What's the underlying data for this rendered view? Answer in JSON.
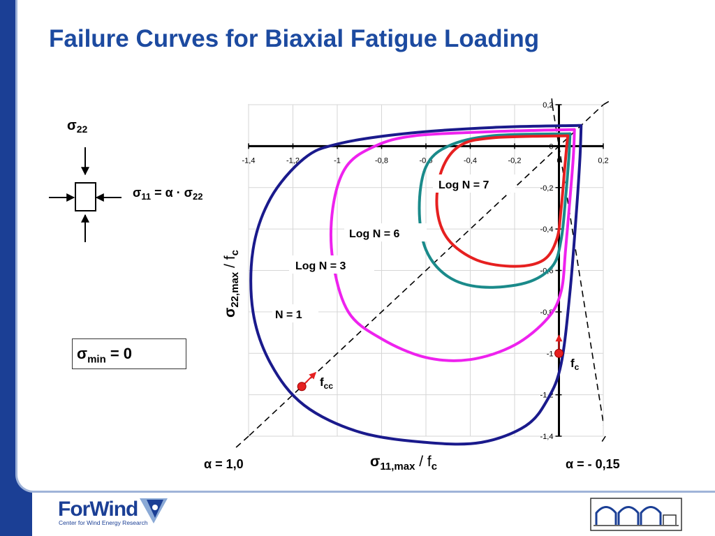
{
  "slide": {
    "title": "Failure Curves for Biaxial Fatigue Loading",
    "accent_color": "#1b3f95",
    "title_color": "#1c4aa0"
  },
  "load_diagram": {
    "top_label": "σ",
    "top_label_sub": "22",
    "relation_sigma": "σ",
    "relation_sub1": "11",
    "relation_eq": " = ",
    "relation_alpha": "α",
    "relation_dot": " · σ",
    "relation_sub2": "22",
    "sigma_min_sym": "σ",
    "sigma_min_sub": "min",
    "sigma_min_val": " = 0"
  },
  "chart_data": {
    "type": "line",
    "title": "",
    "xlabel_sym": "σ",
    "xlabel_sub": "11,max",
    "xlabel_tail": " / f",
    "xlabel_tail_sub": "c",
    "ylabel_sym": "σ",
    "ylabel_sub": "22,max",
    "ylabel_tail": " / f",
    "ylabel_tail_sub": "c",
    "xlim": [
      -1.4,
      0.2
    ],
    "ylim": [
      -1.4,
      0.2
    ],
    "x_ticks": [
      "-1,4",
      "-1,2",
      "-1",
      "-0,8",
      "-0,6",
      "-0,4",
      "-0,2",
      "0",
      "0,2"
    ],
    "y_ticks": [
      "0,2",
      "0",
      "-0,2",
      "-0,4",
      "-0,6",
      "-0,8",
      "-1",
      "-1,2",
      "-1,4"
    ],
    "grid": true,
    "series": [
      {
        "name": "N = 1",
        "color": "#1a1a8c",
        "points": [
          [
            0.09,
            0.1
          ],
          [
            -0.3,
            0.09
          ],
          [
            -0.7,
            0.06
          ],
          [
            -1.0,
            0.01
          ],
          [
            -1.15,
            -0.06
          ],
          [
            -1.3,
            -0.25
          ],
          [
            -1.38,
            -0.5
          ],
          [
            -1.38,
            -0.8
          ],
          [
            -1.3,
            -1.05
          ],
          [
            -1.15,
            -1.25
          ],
          [
            -0.9,
            -1.38
          ],
          [
            -0.6,
            -1.43
          ],
          [
            -0.35,
            -1.43
          ],
          [
            -0.15,
            -1.35
          ],
          [
            -0.05,
            -1.22
          ],
          [
            0.01,
            -1.05
          ],
          [
            0.05,
            -0.7
          ],
          [
            0.08,
            -0.3
          ],
          [
            0.095,
            -0.05
          ],
          [
            0.1,
            0.1
          ]
        ]
      },
      {
        "name": "Log N = 3",
        "color": "#ee22ee",
        "points": [
          [
            0.07,
            0.08
          ],
          [
            -0.3,
            0.07
          ],
          [
            -0.65,
            0.05
          ],
          [
            -0.83,
            0.0
          ],
          [
            -0.96,
            -0.1
          ],
          [
            -1.02,
            -0.3
          ],
          [
            -1.02,
            -0.55
          ],
          [
            -0.95,
            -0.8
          ],
          [
            -0.8,
            -0.93
          ],
          [
            -0.6,
            -1.02
          ],
          [
            -0.4,
            -1.03
          ],
          [
            -0.2,
            -0.96
          ],
          [
            -0.05,
            -0.83
          ],
          [
            0.01,
            -0.7
          ],
          [
            0.03,
            -0.5
          ],
          [
            0.05,
            -0.25
          ],
          [
            0.065,
            -0.05
          ],
          [
            0.07,
            0.08
          ]
        ]
      },
      {
        "name": "Log N = 6",
        "color": "#1a8a8a",
        "points": [
          [
            0.05,
            0.06
          ],
          [
            -0.3,
            0.05
          ],
          [
            -0.5,
            0.0
          ],
          [
            -0.6,
            -0.1
          ],
          [
            -0.63,
            -0.3
          ],
          [
            -0.6,
            -0.5
          ],
          [
            -0.5,
            -0.63
          ],
          [
            -0.35,
            -0.68
          ],
          [
            -0.15,
            -0.66
          ],
          [
            -0.03,
            -0.58
          ],
          [
            0.01,
            -0.45
          ],
          [
            0.03,
            -0.25
          ],
          [
            0.045,
            -0.05
          ],
          [
            0.05,
            0.06
          ]
        ]
      },
      {
        "name": "Log N = 7",
        "color": "#e62020",
        "points": [
          [
            0.04,
            0.05
          ],
          [
            -0.3,
            0.04
          ],
          [
            -0.45,
            0.0
          ],
          [
            -0.53,
            -0.12
          ],
          [
            -0.55,
            -0.3
          ],
          [
            -0.5,
            -0.45
          ],
          [
            -0.37,
            -0.55
          ],
          [
            -0.2,
            -0.58
          ],
          [
            -0.07,
            -0.55
          ],
          [
            -0.01,
            -0.45
          ],
          [
            0.01,
            -0.3
          ],
          [
            0.025,
            -0.12
          ],
          [
            0.035,
            0.0
          ],
          [
            0.04,
            0.05
          ]
        ]
      }
    ],
    "curve_labels": [
      "N = 1",
      "Log N = 3",
      "Log N = 6",
      "Log N = 7"
    ],
    "markers": [
      {
        "label": "f",
        "label_sub": "cc",
        "x": -1.16,
        "y": -1.16
      },
      {
        "label": "f",
        "label_sub": "c",
        "x": 0.0,
        "y": -1.0
      }
    ],
    "load_lines": [
      {
        "label_alpha": "α",
        "label_value": " = 1,0",
        "slope": 1.0
      },
      {
        "label_alpha": "α",
        "label_value": " = - 0,15",
        "slope": -0.15
      }
    ]
  },
  "footer": {
    "logo_text": "ForWind",
    "logo_sub": "Center for Wind Energy Research"
  }
}
